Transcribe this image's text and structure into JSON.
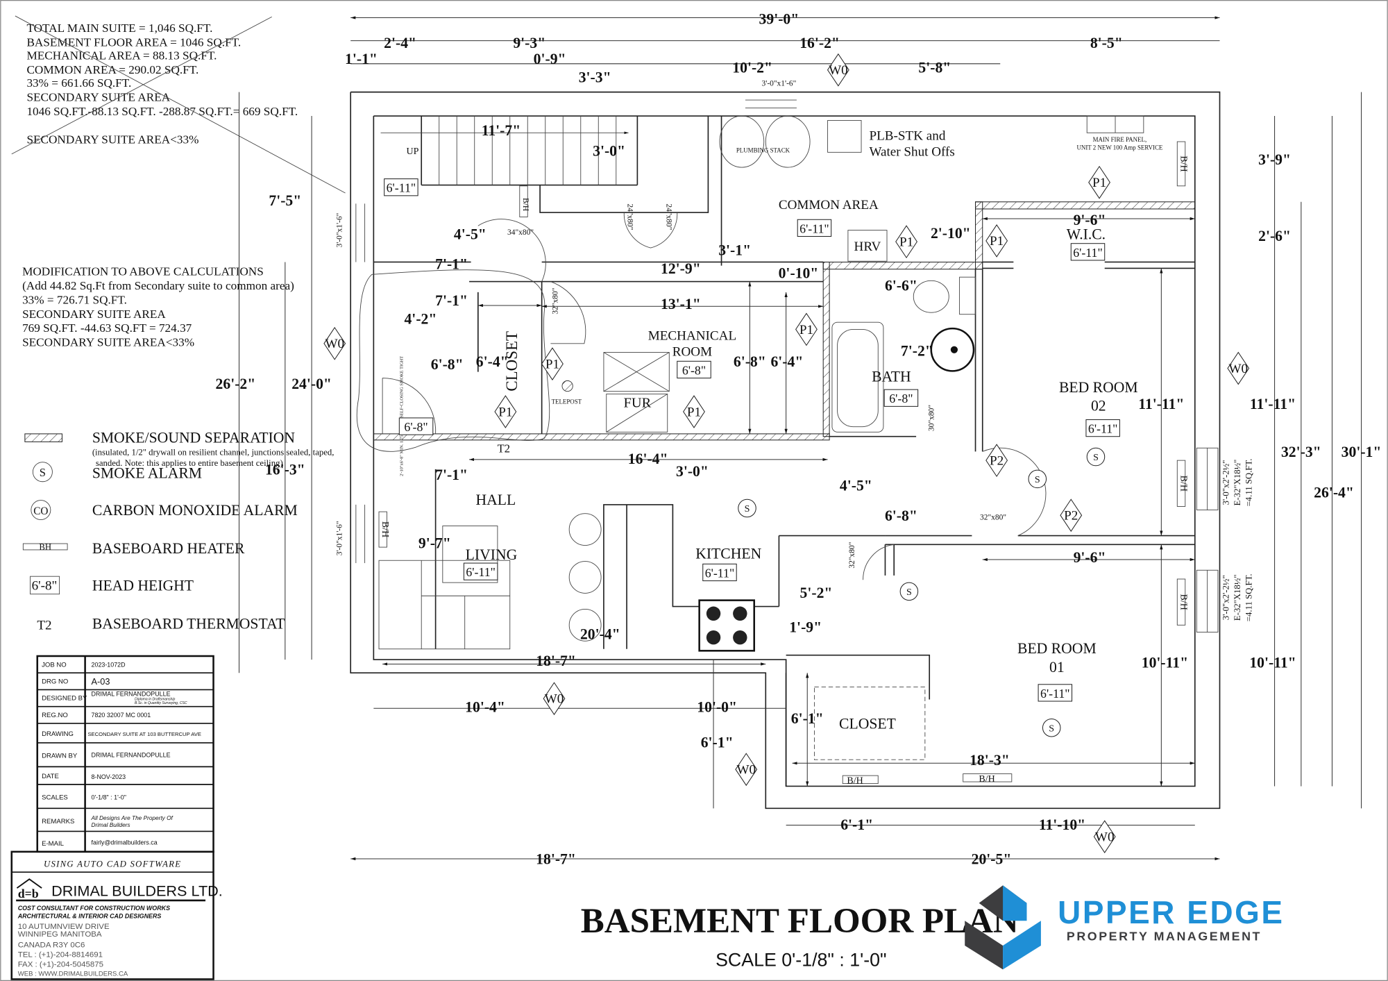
{
  "notes": {
    "main_calc": [
      "TOTAL MAIN SUITE  = 1,046 SQ.FT.",
      "BASEMENT FLOOR AREA = 1046 SQ.FT.",
      "MECHANICAL AREA = 88.13 SQ.FT.",
      "COMMON AREA =  290.02 SQ.FT.",
      "33% = 661.66 SQ.FT.",
      "SECONDARY SUITE AREA",
      "1046 SQ.FT.-88.13 SQ.FT. -288.87 SQ.FT.= 669 SQ.FT.",
      "SECONDARY SUITE AREA<33%"
    ],
    "modification": [
      "MODIFICATION TO ABOVE CALCULATIONS",
      "(Add 44.82 Sq.Ft from Secondary suite to common area)",
      "33% = 726.71 SQ.FT.",
      "SECONDARY SUITE AREA",
      "769 SQ.FT. -44.63 SQ.FT = 724.37",
      "SECONDARY SUITE AREA<33%"
    ]
  },
  "legend": {
    "smoke_sound": "SMOKE/SOUND SEPARATION",
    "smoke_sound_note_1": "(insulated, 1/2\" drywall on resilient channel, junctions sealed, taped,",
    "smoke_sound_note_2": "sanded. Note: this applies to entire basement ceiling)",
    "smoke_alarm_symbol": "S",
    "smoke_alarm": "SMOKE ALARM",
    "co_symbol": "CO",
    "co_alarm": "CARBON MONOXIDE ALARM",
    "bh_symbol": "BH",
    "baseboard_heater": "BASEBOARD HEATER",
    "head_height_symbol": "6'-8\"",
    "head_height": "HEAD HEIGHT",
    "thermostat_symbol": "T2",
    "thermostat": "BASEBOARD THERMOSTAT"
  },
  "rooms": {
    "common_area": "COMMON AREA",
    "wic": "W.I.C.",
    "mechanical_1": "MECHANICAL",
    "mechanical_2": "ROOM",
    "closet": "CLOSET",
    "bath": "BATH",
    "bedroom": "BED ROOM",
    "bedroom_02_num": "02",
    "bedroom_01_num": "01",
    "hall": "HALL",
    "living": "LIVING",
    "kitchen": "KITCHEN",
    "closet_2": "CLOSET"
  },
  "fixtures": {
    "up": "UP",
    "plumbing_stack": "PLUMBING STACK",
    "plb_stk_1": "PLB-STK and",
    "plb_stk_2": "Water Shut Offs",
    "fire_panel_1": "MAIN FIRE PANEL,",
    "fire_panel_2": "UNIT 2 NEW 100 Amp SERVICE",
    "hrv": "HRV",
    "fur": "FUR",
    "telepost": "TELEPOST",
    "bh": "B/H",
    "thermostat": "T2",
    "fire_door_note": "2'-10\"x6'-8\" MIN. 1.75\" THICK SELF-CLOSING SMOKE TIGHT"
  },
  "doors": {
    "d34": "34\"x80\"",
    "d24": "24\"x80\"",
    "d32": "32\"x80\"",
    "d30": "30\"x80\""
  },
  "windows": {
    "small": "3'-0\"x1'-6\"",
    "egress_1": "3'-0\"x2'-2½\"",
    "egress_2": "E-32\"X18½\"",
    "egress_3": "=4.11 SQ.FT."
  },
  "markers": {
    "p1": "P1",
    "p2": "P2",
    "w0": "W0",
    "s": "S"
  },
  "head_heights": {
    "h611": "6'-11\"",
    "h68": "6'-8\""
  },
  "dimensions": [
    "39'-0\"",
    "1'-1\"",
    "2'-4\"",
    "9'-3\"",
    "16'-2\"",
    "8'-5\"",
    "0'-9\"",
    "3'-3\"",
    "10'-2\"",
    "5'-8\"",
    "11'-7\"",
    "3'-0\"",
    "7'-5\"",
    "4'-5\"",
    "3'-1\"",
    "2'-10\"",
    "9'-6\"",
    "3'-9\"",
    "2'-6\"",
    "7'-1\"",
    "12'-9\"",
    "0'-10\"",
    "6'-6\"",
    "7'-1\"",
    "13'-1\"",
    "4'-2\"",
    "6'-8\"",
    "6'-4\"",
    "6'-8\"",
    "6'-4\"",
    "7'-2\"",
    "11'-11\"",
    "11'-11\"",
    "32'-3\"",
    "30'-1\"",
    "26'-4\"",
    "26'-2\"",
    "24'-0\"",
    "16'-3\"",
    "16'-4\"",
    "3'-0\"",
    "7'-1\"",
    "4'-5\"",
    "6'-8\"",
    "9'-7\"",
    "9'-6\"",
    "5'-2\"",
    "20'-4\"",
    "1'-9\"",
    "10'-11\"",
    "10'-11\"",
    "18'-7\"",
    "10'-4\"",
    "10'-0\"",
    "6'-1\"",
    "6'-1\"",
    "18'-3\"",
    "6'-1\"",
    "11'-10\"",
    "18'-7\"",
    "20'-5\""
  ],
  "title_block": {
    "rows": [
      {
        "label": "JOB NO",
        "value": "2023-1072D"
      },
      {
        "label": "DRG NO",
        "value": "A-03"
      },
      {
        "label": "DESIGNED BY",
        "value": "DRIMAL FERNANDOPULLE",
        "sub1": "Diploma in Draftsmanship",
        "sub2": "B.Sc. in Quantity Surveying, CSC"
      },
      {
        "label": "REG.NO",
        "value": "7820 32007 MC 0001"
      },
      {
        "label": "DRAWING",
        "value": "SECONDARY SUITE AT 103 BUTTERCUP AVE"
      },
      {
        "label": "DRAWN BY",
        "value": "DRIMAL FERNANDOPULLE"
      },
      {
        "label": "DATE",
        "value": "8-NOV-2023"
      },
      {
        "label": "SCALES",
        "value": "0'-1/8\" : 1'-0\""
      },
      {
        "label": "REMARKS",
        "value": "All Designs Are The Property Of",
        "value2": "Drimal Builders"
      },
      {
        "label": "E-MAIL",
        "value": "fairly@drimalbuilders.ca"
      }
    ],
    "software": "USING AUTO CAD SOFTWARE",
    "company_logo": "d=b",
    "company": "DRIMAL BUILDERS LTD.",
    "tagline_1": "COST CONSULTANT FOR CONSTRUCTION WORKS",
    "tagline_2": "ARCHITECTURAL & INTERIOR CAD DESIGNERS",
    "address": [
      "10 AUTUMNVIEW DRIVE",
      "WINNIPEG MANITOBA",
      "CANADA R3Y 0C6",
      "TEL : (+1)-204-8814691",
      "FAX : (+1)-204-5045875",
      "WEB : WWW.DRIMALBUILDERS.CA"
    ]
  },
  "title": {
    "main": "BASEMENT FLOOR PLAN",
    "scale": "SCALE  0'-1/8\" : 1'-0\""
  },
  "watermark": {
    "brand": "UPPER EDGE",
    "sub": "PROPERTY MANAGEMENT",
    "colors": {
      "blue": "#1f8fd6",
      "dark": "#3d3d3f"
    }
  }
}
